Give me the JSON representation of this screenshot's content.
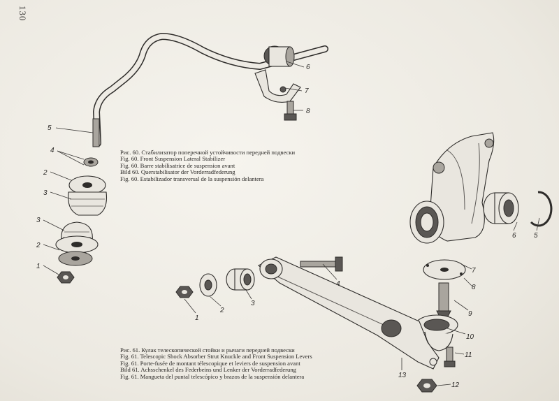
{
  "page_number": "130",
  "figure60": {
    "caption_lines": [
      "Рис. 60.  Стабилизатор поперечной устойчивости передней подвески",
      "Fig. 60.  Front Suspension Lateral Stabilizer",
      "Fig. 60.  Barre stabilisatrice de suspension avant",
      "Bild 60.  Querstabilisator der Vorderradfederung",
      "Fig. 60.  Estabilizador transversal de la suspensión delantera"
    ],
    "part_labels": [
      "1",
      "2",
      "3",
      "3",
      "2",
      "4",
      "5",
      "6",
      "7",
      "8"
    ]
  },
  "figure61": {
    "caption_lines": [
      "Рис. 61.  Кулак телескопической стойки и рычаги передней подвески",
      "Fig. 61.  Telescopic Shock Absorber Strut Knuckle and Front Suspension Levers",
      "Fig. 61.  Porte-fusée de montant télescopique et leviers de suspension avant",
      "Bild 61.  Achsschenkel des Federbeins und Lenker der Vorderradfederung",
      "Fig. 61.  Mangueta del puntal telescópico y brazos de la suspensión delantera"
    ],
    "part_labels": [
      "1",
      "2",
      "3",
      "4",
      "5",
      "6",
      "7",
      "8",
      "9",
      "10",
      "11",
      "12",
      "13"
    ]
  }
}
